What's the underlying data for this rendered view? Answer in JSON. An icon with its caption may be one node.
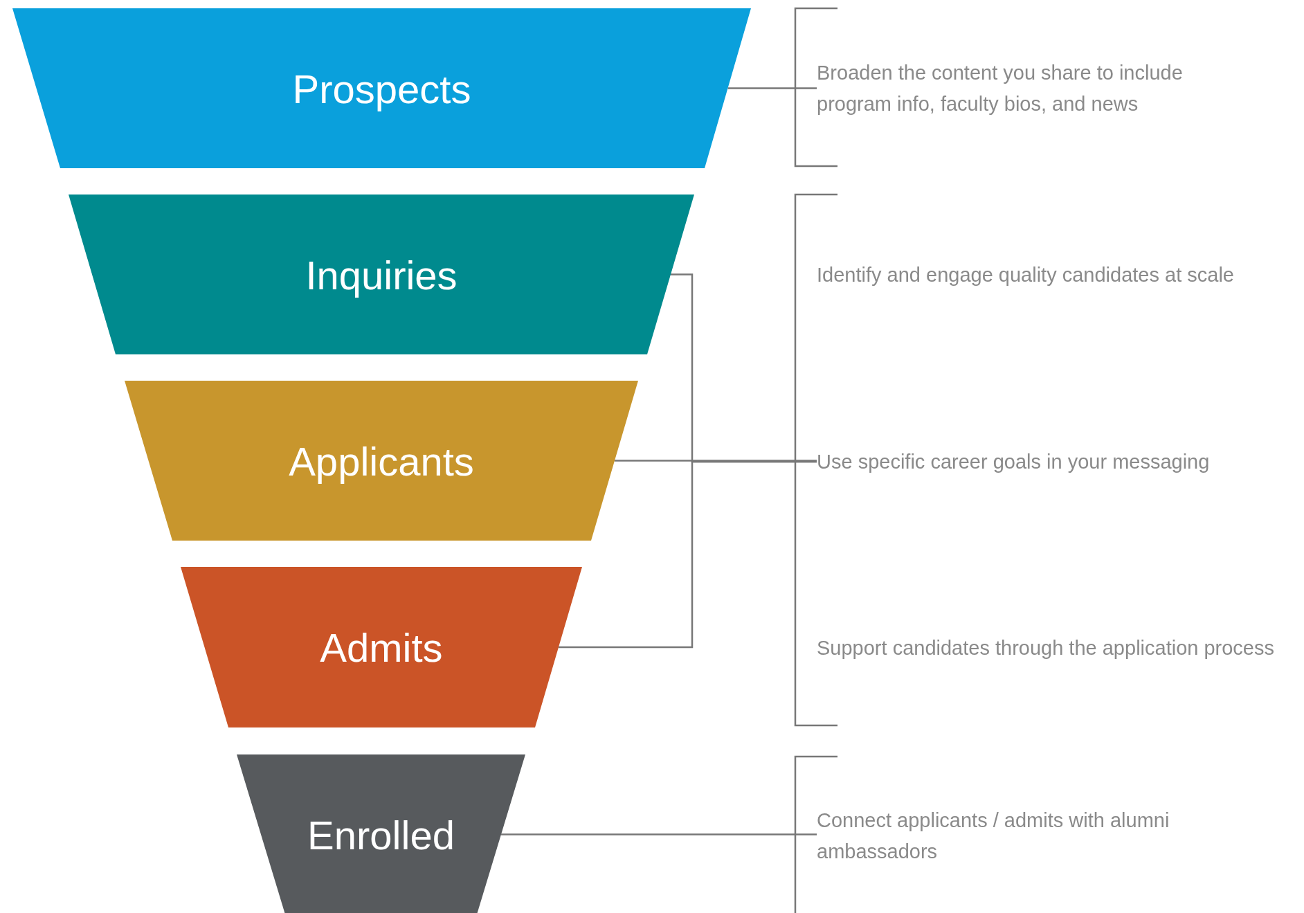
{
  "diagram": {
    "nodes": [
      {
        "text": [
          "Prospects"
        ]
      },
      {
        "text": [
          "Inquiries"
        ]
      },
      {
        "text": [
          "Applicants"
        ]
      },
      {
        "text": [
          "Admits"
        ]
      },
      {
        "text": [
          "Enrolled"
        ]
      },
      {
        "text": [
          "Broaden the content you share to include program info, faculty bios, and news"
        ]
      },
      {
        "text": [
          "Identify and engage quality candidates at scale"
        ]
      },
      {
        "text": [
          "Use specific career goals in your messaging"
        ]
      },
      {
        "text": [
          "Support candidates through the application process"
        ]
      },
      {
        "text": [
          "Connect applicants / admits with alumni ambassadors"
        ]
      }
    ],
    "edges": [
      {
        "from": 0,
        "to": 5,
        "arrow": "none"
      },
      {
        "from": 1,
        "to": 7,
        "arrow": "none"
      },
      {
        "from": 2,
        "to": 7,
        "arrow": "none"
      },
      {
        "from": 3,
        "to": 7,
        "arrow": "none"
      },
      {
        "from": 4,
        "to": 9,
        "arrow": "none"
      }
    ]
  }
}
